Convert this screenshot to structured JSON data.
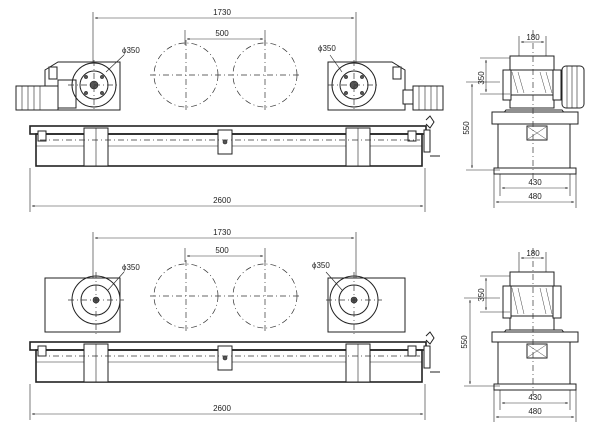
{
  "views": {
    "top_front": {
      "dim_overall_span": "1730",
      "dim_roller_spacing": "500",
      "dim_total_length": "2600",
      "label_left_wheel": "ϕ350",
      "label_right_wheel": "ϕ350"
    },
    "top_side": {
      "dim_top_width": "180",
      "dim_wheel_height": "350",
      "dim_height": "550",
      "dim_base_inner": "430",
      "dim_base_outer": "480"
    },
    "bottom_front": {
      "dim_overall_span": "1730",
      "dim_roller_spacing": "500",
      "dim_total_length": "2600",
      "label_left_wheel": "ϕ350",
      "label_right_wheel": "ϕ350"
    },
    "bottom_side": {
      "dim_top_width": "180",
      "dim_wheel_height": "350",
      "dim_height": "550",
      "dim_base_inner": "430",
      "dim_base_outer": "480"
    }
  }
}
